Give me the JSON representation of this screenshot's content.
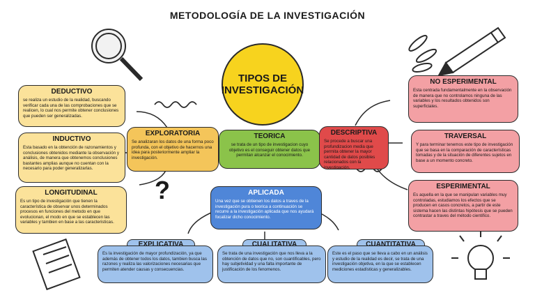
{
  "title": "METODOLOGÍA DE LA INVESTIGACIÓN",
  "center": {
    "line1": "TIPOS DE",
    "line2": "INVESTIGACIÓN"
  },
  "deductivo": {
    "title": "DEDUCTIVO",
    "text": "se realiza un estudio de la realidad, buscando verificar cada una de las comprobaciones que se realicen, lo cual nos permite obtener conclusiones que pueden ser generalizadas."
  },
  "inductivo": {
    "title": "INDUCTIVO",
    "text": "Esta basado en la obtención de razonamientos y conclusiones obtenidos mediante la observación y análisis, de manera que obtenemos conclusiones bastantes amplias aunque no cuentan con la necesario para poder generalizarlas."
  },
  "longitudinal": {
    "title": "LONGITUDINAL",
    "text": "Es un tipo de investigación que tienen la característica de observar unos determinados procesos en funciones del metodo en que evolucionan, el modo en que se establecen las variables y tambien en base a las caracteristicas."
  },
  "exploratoria": {
    "title": "EXPLORATORIA",
    "text": "Se analizaran los datos de una forma poco profunda, con el objetivo de hacernos una idea para posteriormente ampliar la investigación."
  },
  "teorica": {
    "title": "TEORICA",
    "text": "se trata de un tipo de investigacion cuyo objetivo es el conseguir obtener datos que permitan alcanzar el conocimiento."
  },
  "descriptiva": {
    "title": "DESCRIPTIVA",
    "text": "Se procede a buscar una profundizacion media que permita obtener la mayor cantidad de datos posibles relacionados con la investigación."
  },
  "no_experimental": {
    "title": "NO ESPERIMENTAL",
    "text": "Esta centrada fundamentalmente en la observación de manera que no controlamos ninguna de las variables y los resultados obtenidos son superficiales."
  },
  "traversal": {
    "title": "TRAVERSAL",
    "text": "Y para terminar tenemos este tipo de investigación que se basa en la comparación de características tomadas y de la situación de diferentes sujetos en base a un momento concreto."
  },
  "experimental": {
    "title": "ESPERIMENTAL",
    "text": "Es aquella en la que se manipulan variables muy controladas, estudiamos los efectos que se producen en casos concretos, a partir de este sistema hacen las distintas hipótesis que se pueden contrastar a traves del método cientifico."
  },
  "aplicada": {
    "title": "APLICADA",
    "text": "Una vez que se obtienen los datos a traves de la investigación pura o teorica a continuación se recurre a la investigación aplicada que nos ayudará focalizar dicho conocimiento."
  },
  "explicativa": {
    "title": "EXPLICATIVA",
    "text": "Es la investigación de mayor profundización, ya que además de obtener todos los datos, tambien busca las razones y realiza las valorizaciones necesarias que permiten atender causas y consecuencias."
  },
  "cualitativa": {
    "title": "CUALITATIVA",
    "text": "Se trata de una investigación que nos lleva a la obtención de datos que no, son cuantificables, pero hay subjetividad y una falta importante de justificación de los fenomenos."
  },
  "cuantitativa": {
    "title": "CUANTITATIVA",
    "text": "Este es el paso que se lleva a cabo en un análisis y estudio de la realidad es decir, se trata de una investigación objetiva, en la que se establecen mediciones estadísticas y generalizables."
  },
  "decorations": {
    "question_mark": "?",
    "icons": [
      "magnifier-icon",
      "pencil-icon",
      "lightbulb-icon",
      "notebook-icon",
      "spring-icon"
    ]
  }
}
